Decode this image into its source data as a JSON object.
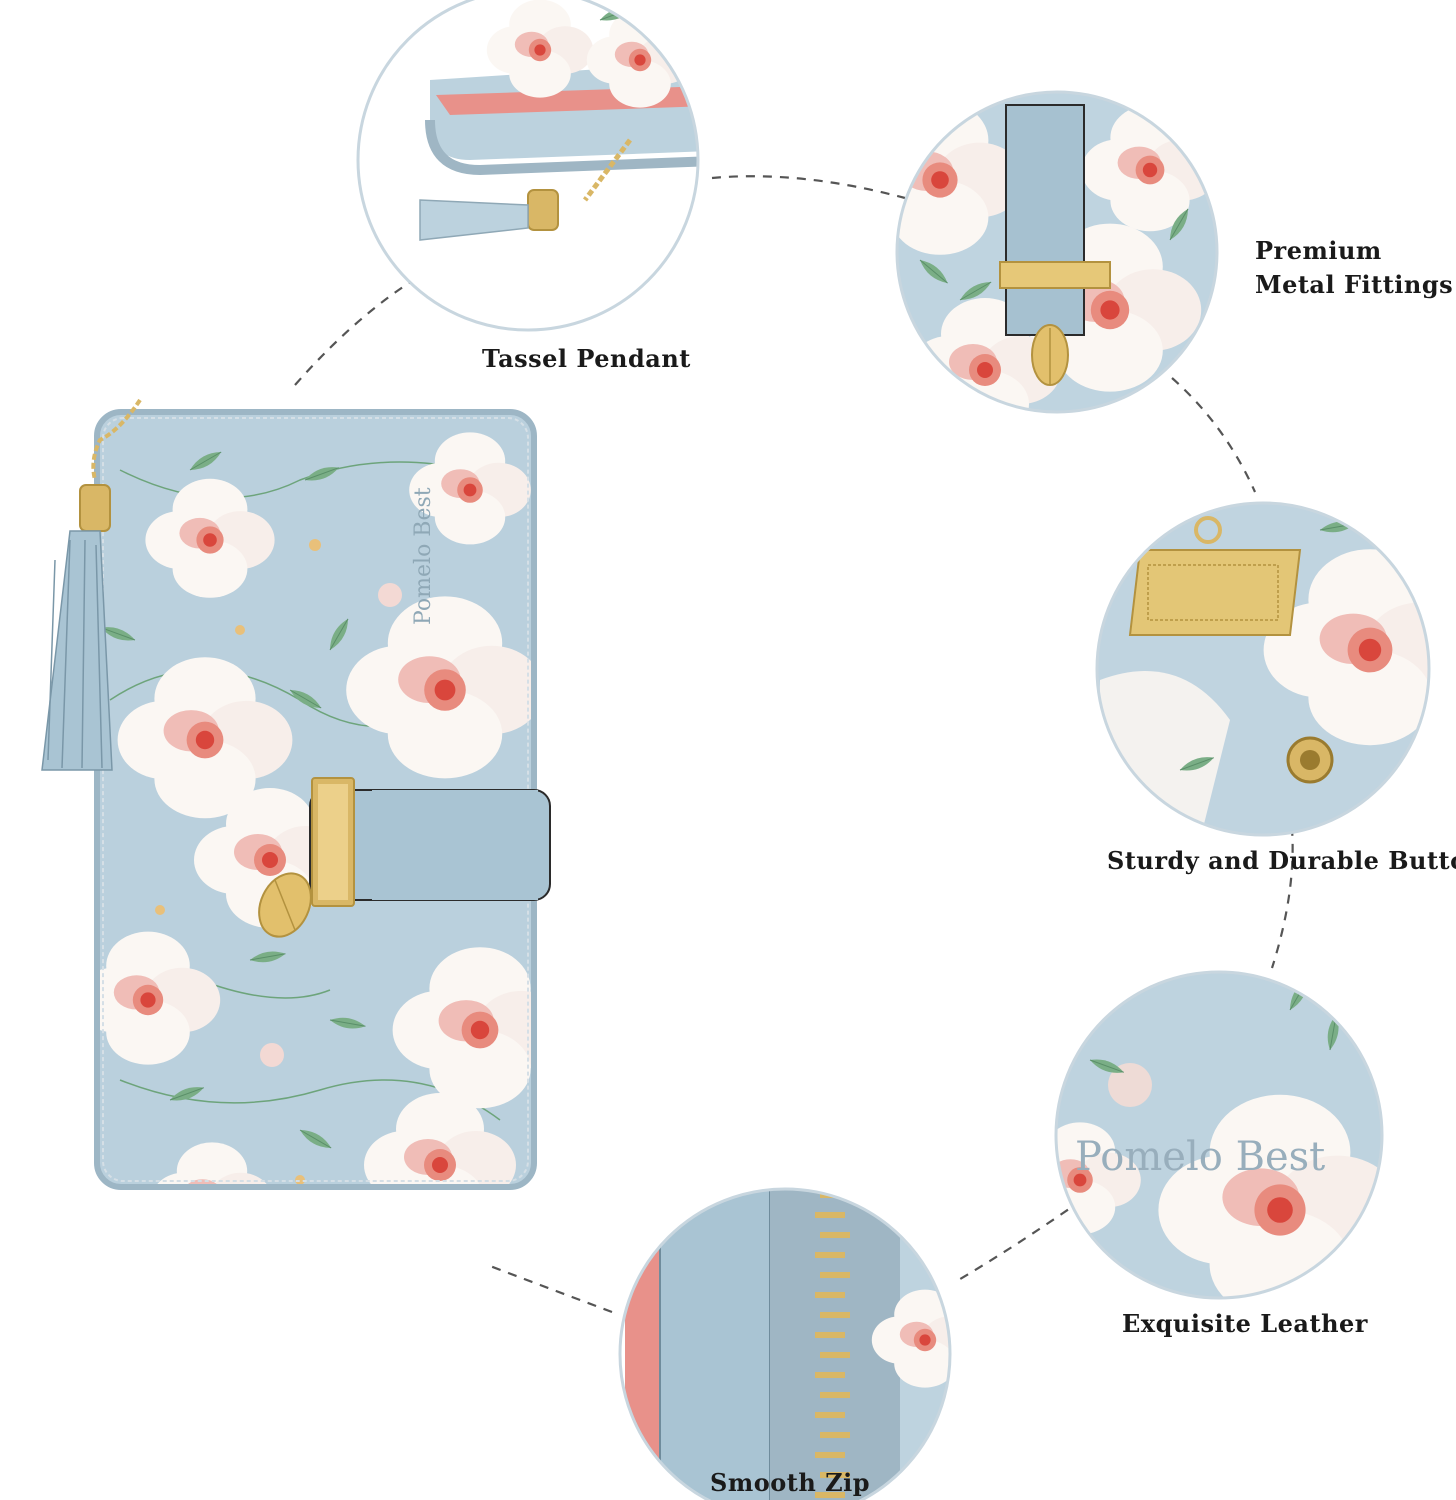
{
  "features": [
    {
      "id": "tassel",
      "label": "Tassel Pendant"
    },
    {
      "id": "metal",
      "label": "Premium Metal Fittings"
    },
    {
      "id": "button",
      "label": "Sturdy and Durable Button"
    },
    {
      "id": "leather",
      "label": "Exquisite Leather"
    },
    {
      "id": "zip",
      "label": "Smooth Zip"
    }
  ],
  "brand": {
    "wallet_text": "Pomelo Best",
    "leather_text": "Pomelo Best"
  },
  "colors": {
    "wallet_blue": "#b8cfdc",
    "strap_blue": "#a9c4d3",
    "gold": "#d9b766",
    "flower_white": "#fbf7f3",
    "flower_pink": "#eeaaa5",
    "leaf_green": "#6da47b",
    "zip_fabric": "#9fb6c4",
    "lining_pink": "#e8918a"
  }
}
